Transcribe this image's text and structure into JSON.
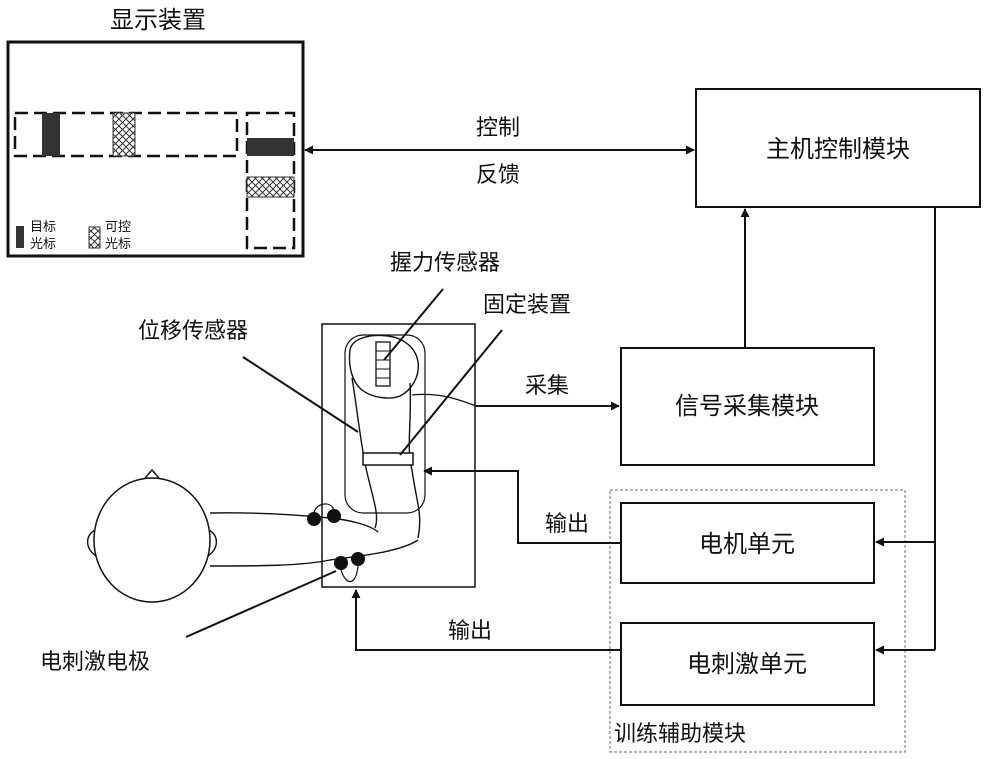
{
  "display": {
    "title": "显示装置",
    "legend_target_line1": "目标",
    "legend_target_line2": "光标",
    "legend_control_line1": "可控",
    "legend_control_line2": "光标"
  },
  "host": {
    "label": "主机控制模块",
    "link_control": "控制",
    "link_feedback": "反馈"
  },
  "sensors": {
    "grip": "握力传感器",
    "fixture": "固定装置",
    "displacement": "位移传感器"
  },
  "signal": {
    "collect_label": "采集",
    "module": "信号采集模块"
  },
  "training": {
    "group_label": "训练辅助模块",
    "motor_unit": "电机单元",
    "estim_unit": "电刺激单元",
    "output_motor": "输出",
    "output_estim": "输出"
  },
  "electrode": {
    "label": "电刺激电极"
  },
  "colors": {
    "stroke": "#111111",
    "target_cursor": "#333333",
    "group_border": "#888888"
  }
}
